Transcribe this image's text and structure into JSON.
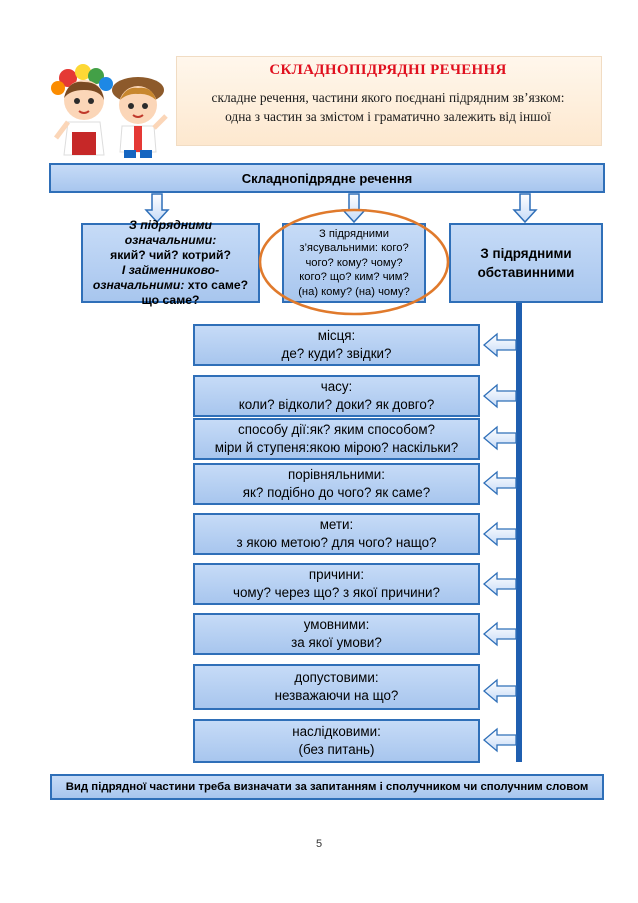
{
  "header": {
    "title": "СКЛАДНОПІДРЯДНІ  РЕЧЕННЯ",
    "definition_line1": "складне речення, частини якого поєднані підрядним зв’язком:",
    "definition_line2": "одна з частин за змістом і граматично залежить від іншої"
  },
  "main_box": {
    "label": "Складнопідрядне речення"
  },
  "categories": {
    "attributive": {
      "italic1": "З підрядними означальними:",
      "plain1": "який? чий? котрий?",
      "italic2": "І займенниково-",
      "italic3": "означальними:",
      "plain3": " хто саме?",
      "plain4": "що саме?"
    },
    "explanatory": {
      "line1": "З підрядними",
      "line2": "з’ясувальними: кого?",
      "line3": "чого? кому? чому?",
      "line4": "кого? що? ким? чим?",
      "line5": "(на) кому? (на) чому?"
    },
    "adverbial": {
      "line1": "З підрядними",
      "line2": "обставинними"
    }
  },
  "subtypes": [
    {
      "line1": "місця:",
      "line2": "де? куди? звідки?"
    },
    {
      "line1": "часу:",
      "line2": "коли? відколи? доки? як довго?"
    },
    {
      "line1": "способу дії:як? яким способом?",
      "line2": "міри й ступеня:якою мірою? наскільки?"
    },
    {
      "line1": "порівняльними:",
      "line2": "як? подібно до чого?  як саме?"
    },
    {
      "line1": "мети:",
      "line2": "з якою метою? для чого? нащо?"
    },
    {
      "line1": "причини:",
      "line2": "чому? через що? з якої причини?"
    },
    {
      "line1": "умовними:",
      "line2": "за якої умови?"
    },
    {
      "line1": "допустовими:",
      "line2": "незважаючи на що?"
    },
    {
      "line1": "наслідковими:",
      "line2": "(без питань)"
    }
  ],
  "footer": {
    "label": "Вид підрядної частини треба визначати за запитанням і сполучником чи сполучним словом"
  },
  "page_number": "5",
  "colors": {
    "box_fill": "#b7d1f3",
    "box_border": "#2f6fb8",
    "title_red": "#e0101e",
    "highlight_orange": "#e07a2c"
  }
}
